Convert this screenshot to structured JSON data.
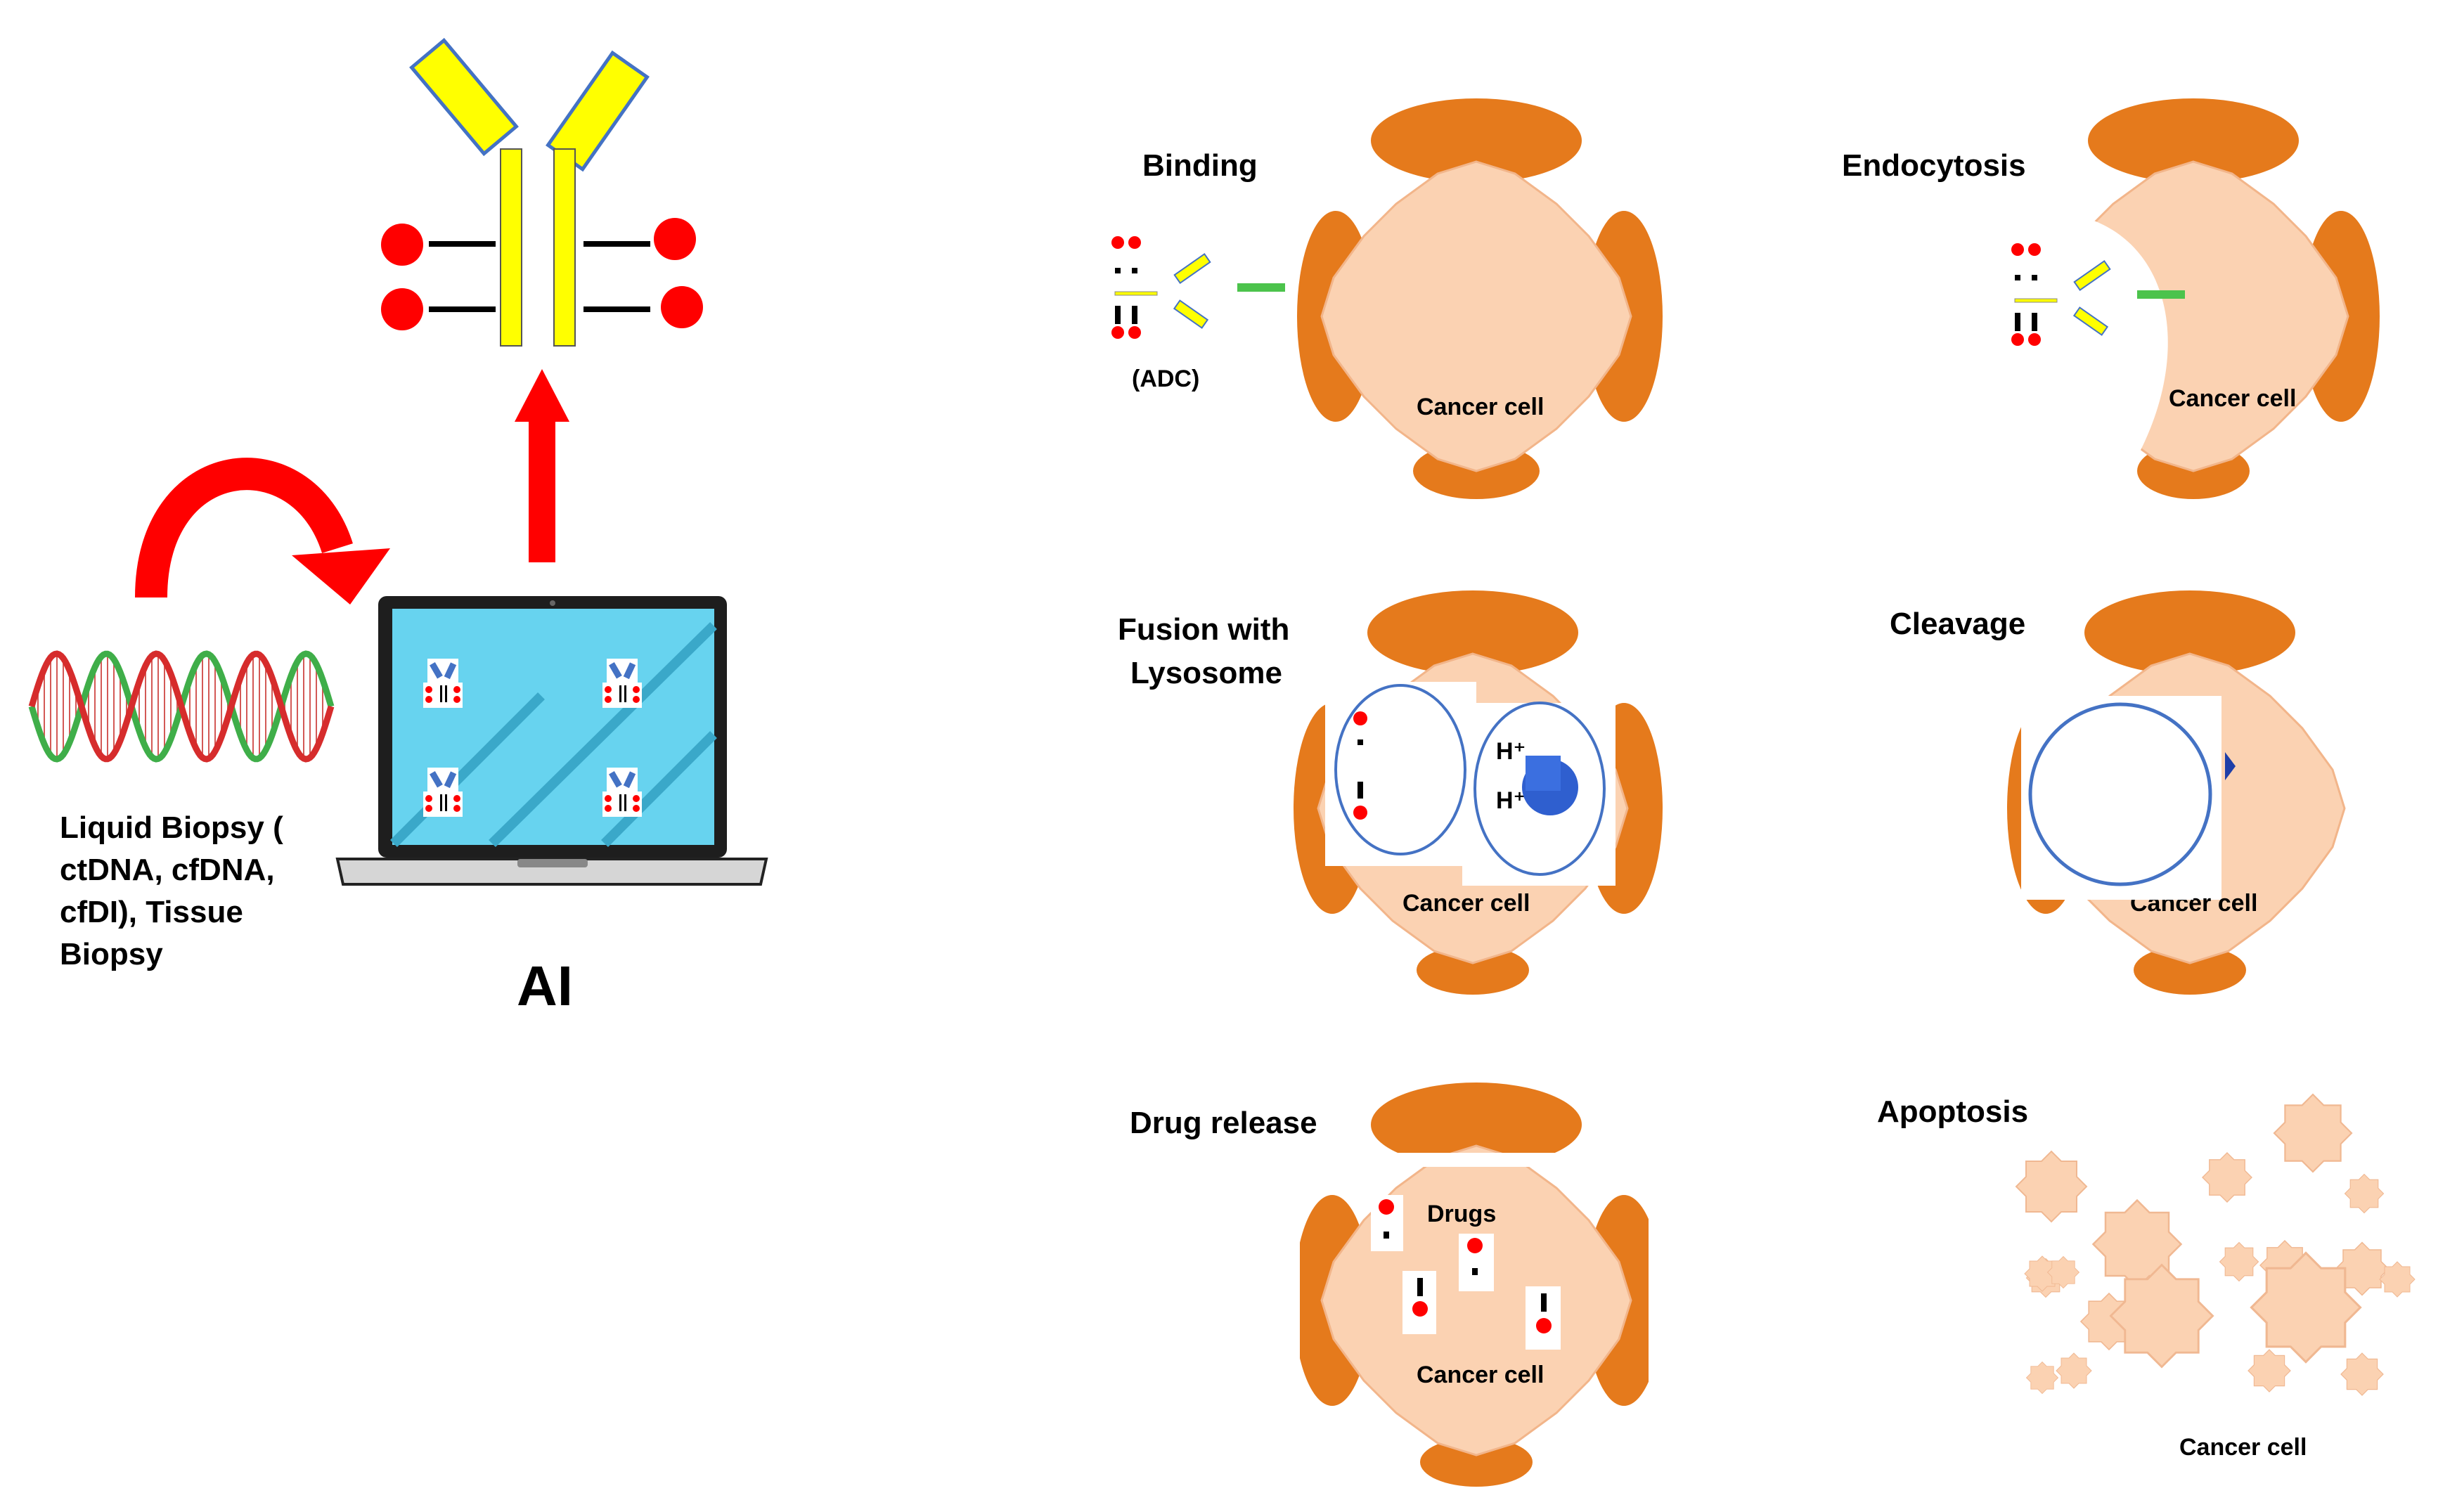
{
  "labels": {
    "input_lines": [
      "Liquid Biopsy (",
      "ctDNA, cfDNA,",
      "cfDI), Tissue",
      "Biopsy"
    ],
    "ai": "AI",
    "binding": "Binding",
    "adc": "(ADC)",
    "endocytosis": "Endocytosis",
    "fusion_lines": [
      "Fusion with",
      "Lysosome"
    ],
    "cleavage": "Cleavage",
    "drug_release": "Drug release",
    "drugs": "Drugs",
    "apoptosis": "Apoptosis",
    "cancer_cell": "Cancer cell",
    "h_plus": "H⁺"
  },
  "colors": {
    "cell_fill": "#fbd2b2",
    "cell_back": "#e57a1c",
    "antibody_yellow": "#ffff00",
    "payload_red": "#ff0000",
    "arrow_red": "#ff0000",
    "lysosome_blue": "#4472c4",
    "screen_blue": "#67d3ef"
  }
}
